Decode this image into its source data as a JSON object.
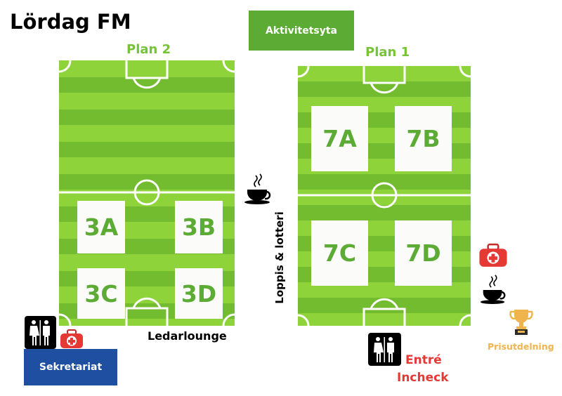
{
  "title": "Lördag FM",
  "activity": "Aktivitetsyta",
  "plan2": {
    "label": "Plan 2",
    "zones": [
      "3A",
      "3B",
      "3C",
      "3D"
    ]
  },
  "plan1": {
    "label": "Plan 1",
    "zones": [
      "7A",
      "7B",
      "7C",
      "7D"
    ]
  },
  "labels": {
    "loppis": "Loppis & lotteri",
    "ledarlounge": "Ledarlounge",
    "sekretariat": "Sekretariat",
    "entre": "Entré",
    "incheck": "Incheck",
    "prisutdelning": "Prisutdelning"
  },
  "colors": {
    "grass_light": "#8ed33a",
    "grass_dark": "#73bb2f",
    "brand_green": "#5cab35",
    "red": "#e53935",
    "blue": "#1f4fa0",
    "gold": "#f0b44c"
  },
  "icons": [
    "coffee-icon",
    "restroom-icon",
    "first-aid-icon",
    "trophy-icon"
  ]
}
